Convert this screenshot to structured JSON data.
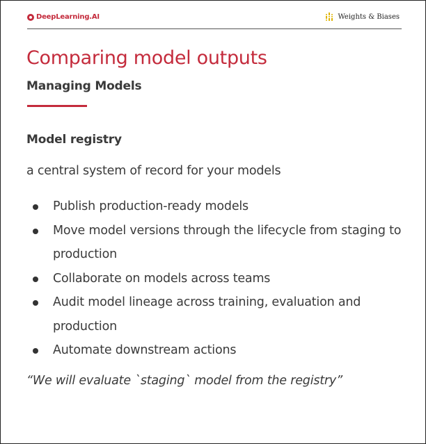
{
  "header": {
    "left_brand": "DeepLearning.AI",
    "right_brand": "Weights & Biases"
  },
  "slide": {
    "title": "Comparing model outputs",
    "subtitle": "Managing Models",
    "section_heading": "Model registry",
    "intro": "a central system of record for your models",
    "bullets": [
      "Publish production-ready models",
      "Move model versions through the lifecycle from staging to production",
      "Collaborate on models across teams",
      "Audit model lineage across training, evaluation and production",
      "Automate downstream actions"
    ],
    "quote": "“We will evaluate `staging` model from the registry”"
  },
  "colors": {
    "accent": "#c42b3c",
    "text": "#3a3a3a",
    "wandb_gold": "#e0b400"
  },
  "icons": {
    "left_logo": "deeplearning-ai-logo-icon",
    "right_logo": "weights-and-biases-logo-icon"
  }
}
